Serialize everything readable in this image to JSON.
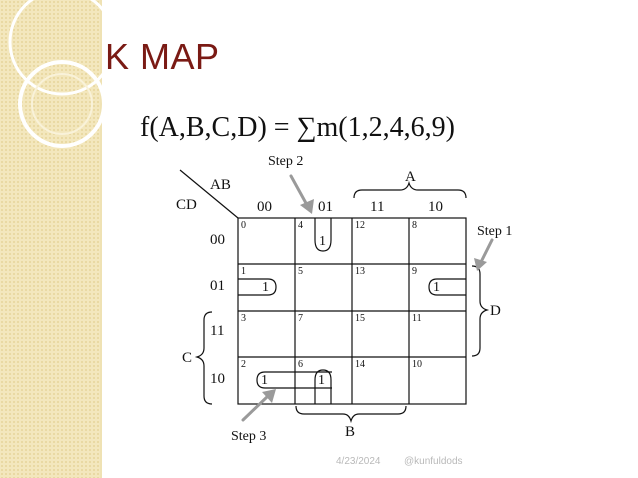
{
  "slide": {
    "title": "K MAP",
    "formula": "f(A,B,C,D) = ∑m(1,2,4,6,9)",
    "footer_date": "4/23/2024",
    "footer_author": "@kunfuldods"
  },
  "kmap": {
    "corner_top": "AB",
    "corner_left": "CD",
    "col_headers": [
      "00",
      "01",
      "11",
      "10"
    ],
    "row_headers": [
      "00",
      "01",
      "11",
      "10"
    ],
    "cell_numbers": [
      [
        "0",
        "4",
        "12",
        "8"
      ],
      [
        "1",
        "5",
        "13",
        "9"
      ],
      [
        "3",
        "7",
        "15",
        "11"
      ],
      [
        "2",
        "6",
        "14",
        "10"
      ]
    ],
    "ones": [
      "1",
      "1",
      "1",
      "1",
      "1"
    ],
    "brace_labels": {
      "A": "A",
      "B": "B",
      "C": "C",
      "D": "D"
    },
    "steps": {
      "step1": "Step 1",
      "step2": "Step 2",
      "step3": "Step 3"
    }
  },
  "colors": {
    "title": "#7a1a14",
    "sidebar": "#f3e7bd",
    "arrow": "#9a9a9a"
  }
}
